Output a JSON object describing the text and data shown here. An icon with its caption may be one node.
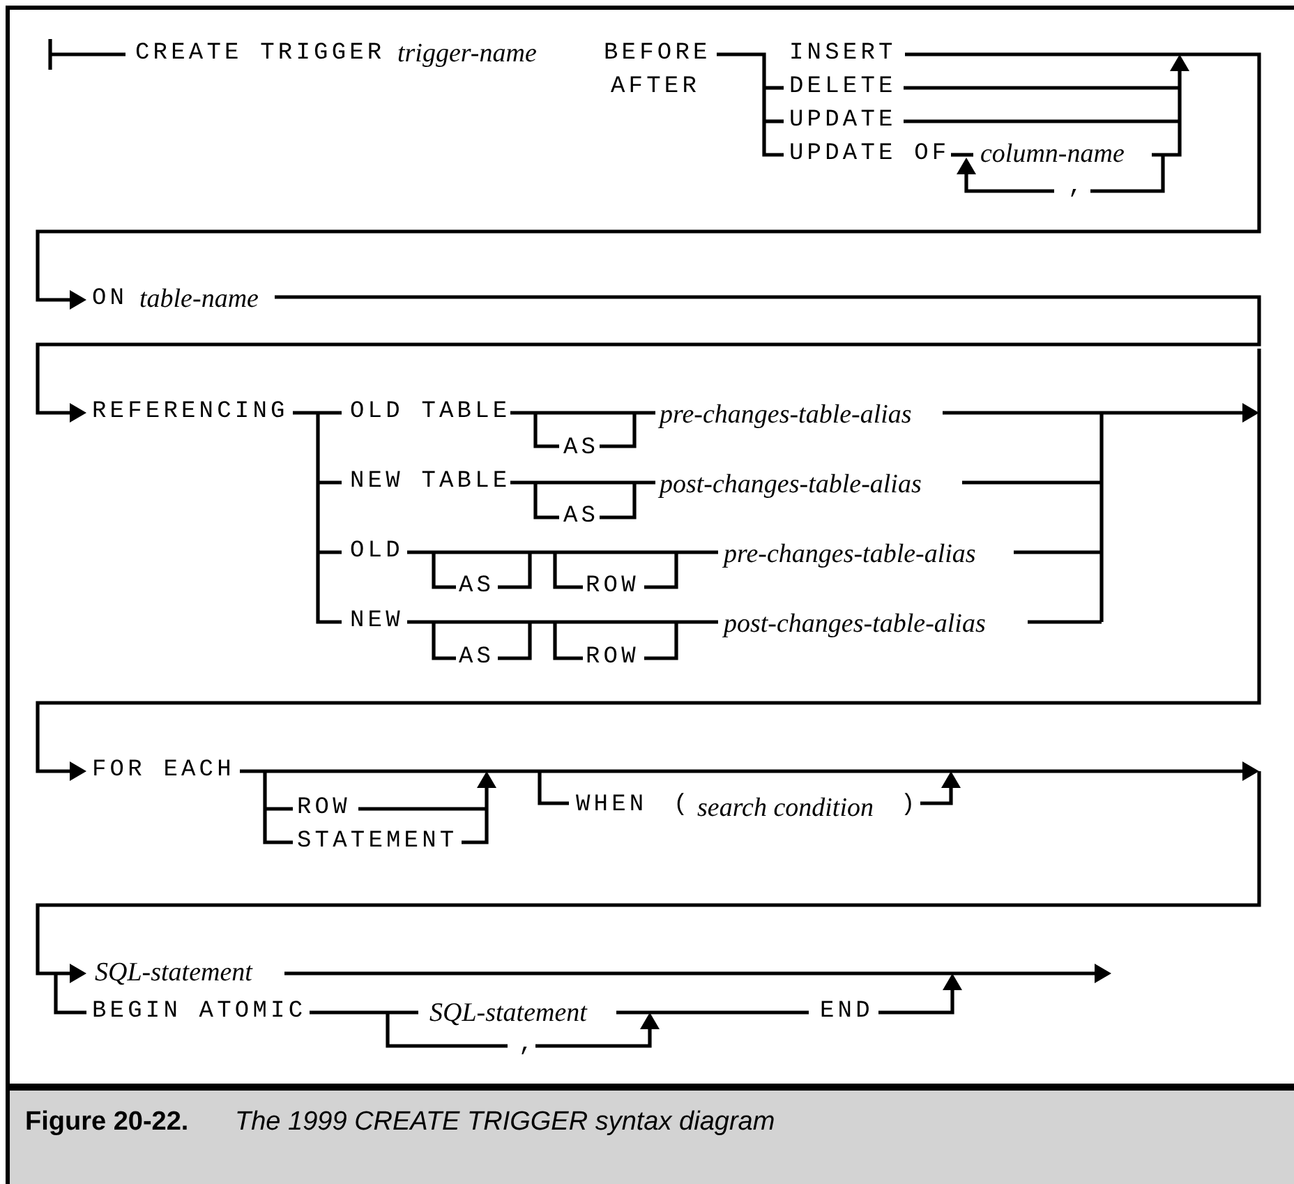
{
  "diagram": {
    "caption": "**Figure 20-22.** *The 1999 CREATE TRIGGER syntax diagram*",
    "labels": [
      "CREATE TRIGGER",
      "trigger-name",
      "BEFORE",
      "AFTER",
      "INSERT",
      "DELETE",
      "UPDATE",
      "UPDATE OF",
      "column-name",
      ",",
      "ON",
      "table-name",
      "REFERENCING",
      "OLD TABLE",
      "AS",
      "pre-changes-table-alias",
      "NEW TABLE",
      "AS",
      "post-changes-table-alias",
      "OLD",
      "AS",
      "ROW",
      "pre-changes-table-alias",
      "NEW",
      "AS",
      "ROW",
      "post-changes-table-alias",
      "FOR EACH",
      "ROW",
      "STATEMENT",
      "WHEN",
      "(",
      "search condition",
      ")",
      "SQL-statement",
      "BEGIN ATOMIC",
      "SQL-statement",
      ",",
      "END"
    ]
  }
}
